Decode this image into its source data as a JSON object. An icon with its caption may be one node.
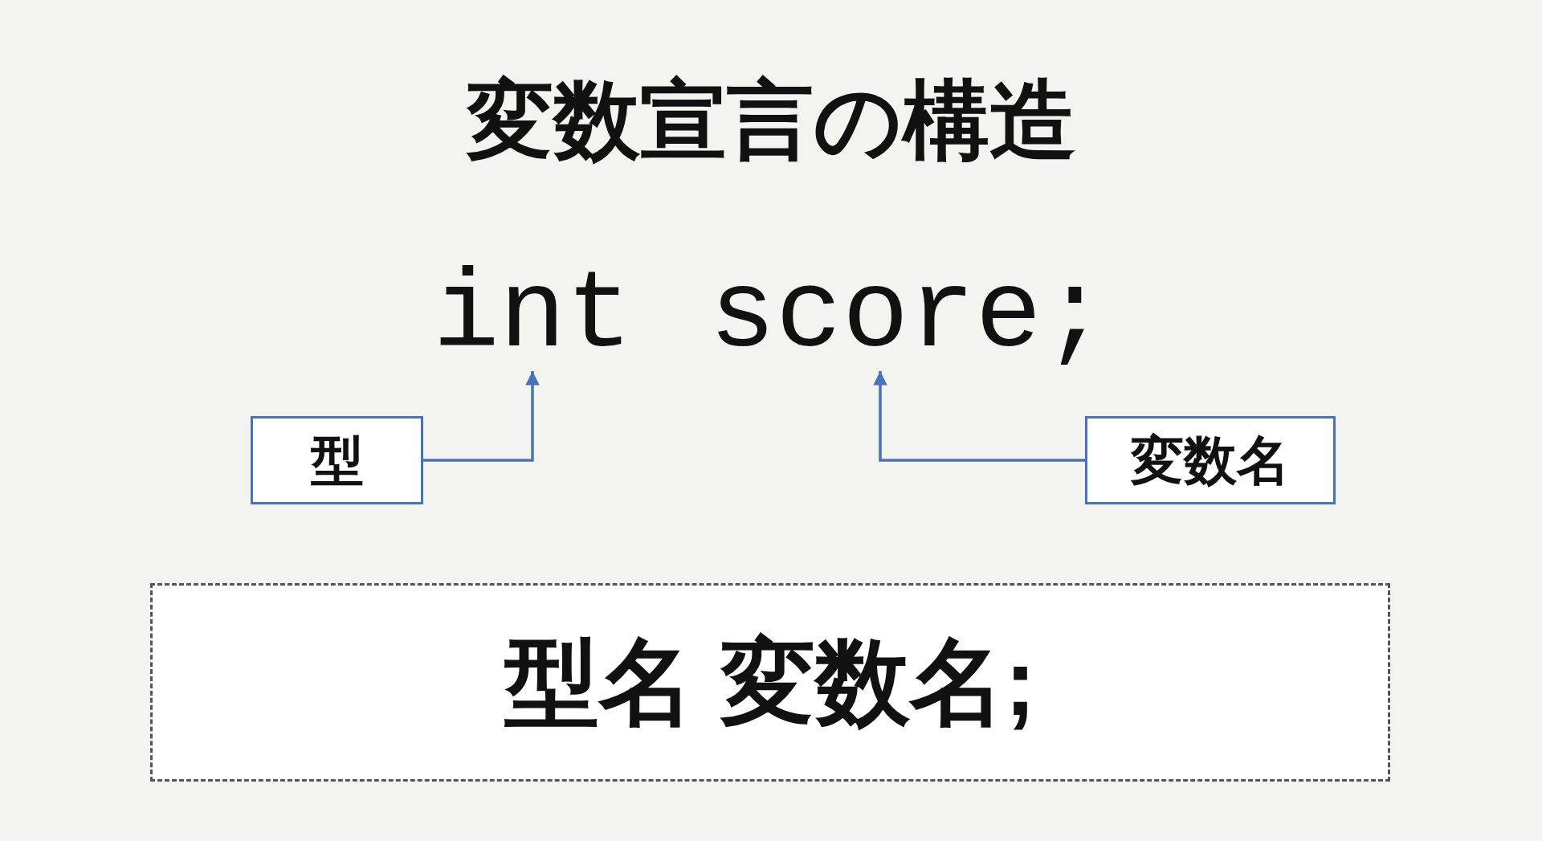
{
  "diagram": {
    "title": "変数宣言の構造",
    "nodes": [
      {
        "text": [
          "int"
        ]
      },
      {
        "text": [
          "score;"
        ]
      },
      {
        "text": [
          "型"
        ]
      },
      {
        "text": [
          "変数名"
        ]
      },
      {
        "text": [
          "型名 変数名;"
        ]
      }
    ],
    "edges": [
      {
        "from": 2,
        "to": 0,
        "arrow": "to"
      },
      {
        "from": 3,
        "to": 1,
        "arrow": "to"
      }
    ]
  }
}
